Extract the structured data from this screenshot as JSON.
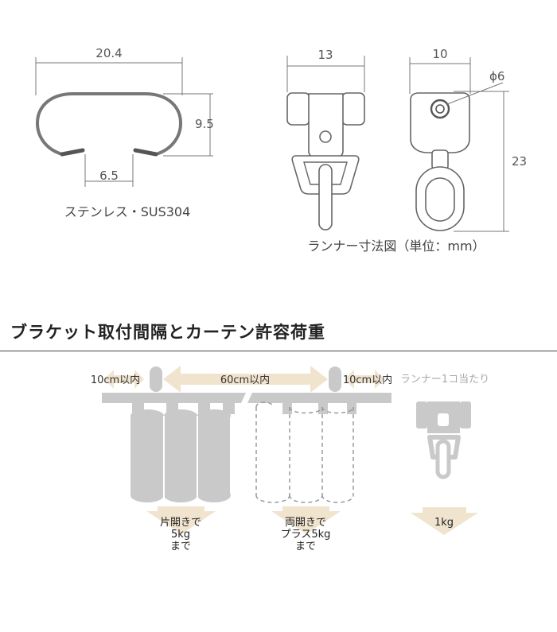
{
  "rail_section": {
    "width_dim": "20.4",
    "height_dim": "9.5",
    "gap_dim": "6.5",
    "caption": "ステンレス・SUS304"
  },
  "runner_front": {
    "width_dim": "13"
  },
  "runner_side": {
    "width_dim": "10",
    "height_dim": "23",
    "diameter_dim": "ϕ6"
  },
  "runner_caption": "ランナー寸法図（単位：mm）",
  "section": {
    "title": "ブラケット取付間隔とカーテン許容荷重",
    "spacing": {
      "left": "10cm以内",
      "middle": "60cm以内",
      "right": "10cm以内"
    },
    "per_runner_label": "ランナー1コ当たり",
    "load_single": {
      "line1": "片開きで",
      "line2": "5kg",
      "line3": "まで"
    },
    "load_double": {
      "line1": "両開きで",
      "line2": "プラス5kg",
      "line3": "まで"
    },
    "load_runner": "1kg"
  },
  "colors": {
    "rail_grey": "#c9c9c9",
    "arrow_beige": "#f1e4cf",
    "line_dark": "#555555"
  }
}
